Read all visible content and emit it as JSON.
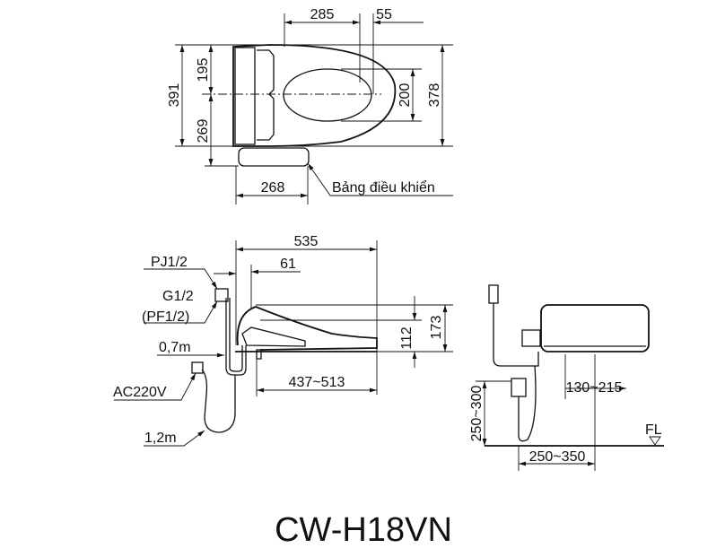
{
  "model": "CW-H18VN",
  "top_view": {
    "dim_285": "285",
    "dim_55": "55",
    "dim_391": "391",
    "dim_195": "195",
    "dim_269": "269",
    "dim_200": "200",
    "dim_378": "378",
    "dim_268": "268",
    "control_panel_label": "Bảng điều khiển"
  },
  "side_view": {
    "dim_535": "535",
    "dim_61": "61",
    "pj_label": "PJ1/2",
    "g_label": "G1/2",
    "pf_label": "(PF1/2)",
    "hose_label": "0,7m",
    "power_label": "AC220V",
    "cord_label": "1,2m",
    "dim_112": "112",
    "dim_173": "173",
    "dim_437_513": "437~513"
  },
  "back_view": {
    "dim_250_300": "250~300",
    "dim_130_215": "130~215",
    "dim_250_350": "250~350",
    "floor_label": "FL"
  }
}
